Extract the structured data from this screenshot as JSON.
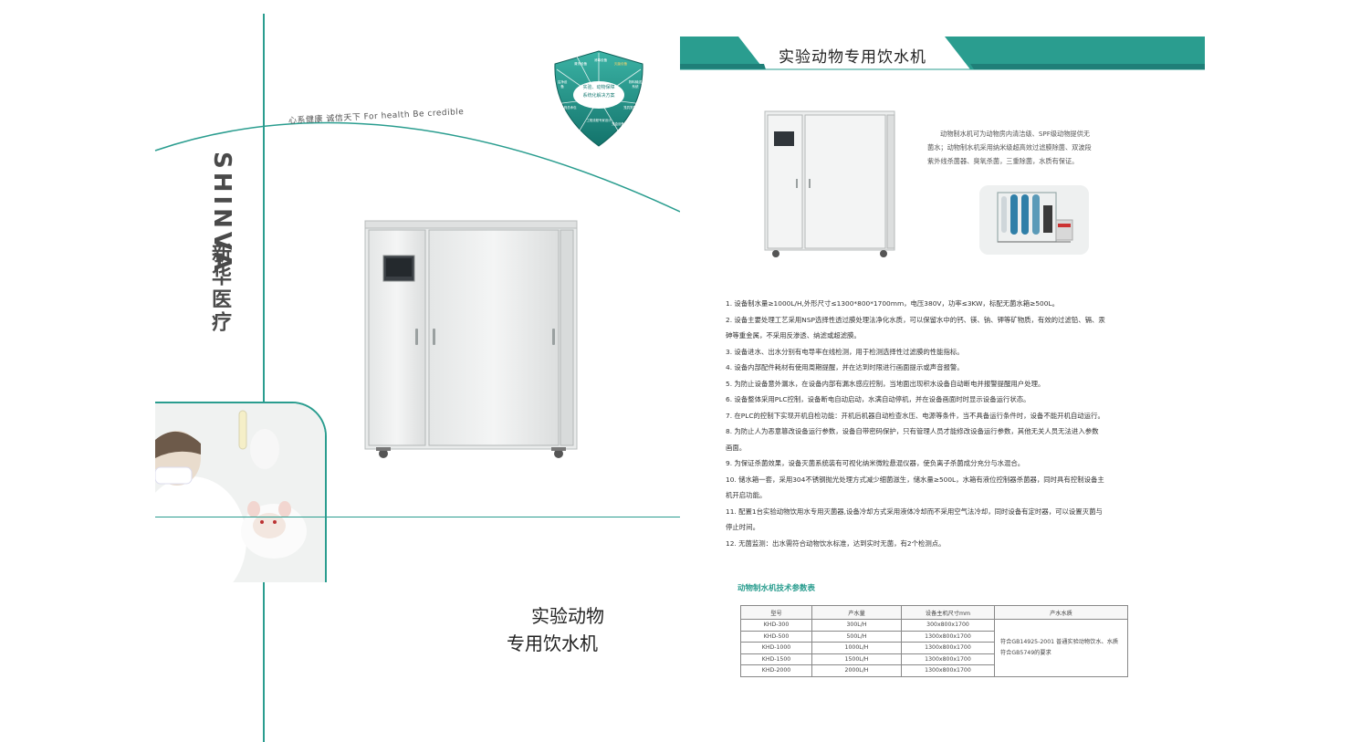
{
  "left": {
    "slogan": "心系健康  诚信天下       For health  Be credible",
    "brand_en": "SHINVA",
    "brand_cn": "新华医疗",
    "shield": {
      "center_lines": [
        "实验、动物保障",
        "系统化解决方案"
      ],
      "segments": [
        "清洗设备",
        "消毒设备",
        "灭菌设备",
        "物料输送系统",
        "洁净设备",
        "工程总承包",
        "工程流程专家设计",
        "笼具笼架",
        "笼盒设备"
      ]
    },
    "title_line1": "实验动物",
    "title_line2": "专用饮水机"
  },
  "right": {
    "title": "实验动物专用饮水机",
    "intro": "动物制水机可为动物房内清洁级、SPF级动物提供无菌水；动物制水机采用纳米级超高效过滤膜除菌、双波段紫外线杀菌器、臭氧杀菌，三重除菌，水质有保证。",
    "features": [
      "1. 设备制水量≥1000L/H,外形尺寸≤1300*800*1700mm，电压380V，功率≤3KW，标配无菌水箱≥500L。",
      "2. 设备主要处理工艺采用NSP选择性透过膜处理法净化水质，可以保留水中的钙、镁、钠、钾等矿物质，有效的过滤铅、镉、汞",
      "砷等重金属，不采用反渗透、纳滤或超滤膜。",
      "3. 设备进水、出水分别有电导率在线检测，用于检测选择性过滤膜的性能指标。",
      "4. 设备内部配件耗材有使用周期提醒，并在达到时限进行画面提示或声音报警。",
      "5. 为防止设备意外漏水，在设备内部有漏水感应控制，当地面出现积水设备自动断电并报警提醒用户处理。",
      "6. 设备整体采用PLC控制，设备断电自动启动，水满自动停机，并在设备画面时时显示设备运行状态。",
      "7. 在PLC的控制下实现开机自检功能：开机后机器自动检查水压、电源等条件，当不具备运行条件时，设备不能开机自动运行。",
      "8. 为防止人为恶意篡改设备运行参数，设备自带密码保护，只有管理人员才能修改设备运行参数，其他无关人员无法进入参数",
      "画面。",
      "9. 为保证杀菌效果，设备灭菌系统装有可视化纳米微粒悬混仪器，使负离子杀菌成分充分与水混合。",
      "10. 储水箱一套，采用304不锈钢抛光处理方式减少细菌滋生，储水量≥500L，水箱有液位控制器杀菌器，同时具有控制设备主",
      "机开启功能。",
      "11. 配置1台实验动物饮用水专用灭菌器,设备冷却方式采用液体冷却而不采用空气法冷却，同时设备有定时器，可以设置灭菌与",
      "停止时间。",
      "12. 无菌监测：出水需符合动物饮水标准，达到实时无菌，有2个检测点。"
    ],
    "table_title": "动物制水机技术参数表",
    "table": {
      "headers": [
        "型号",
        "产水量",
        "设备主机尺寸mm",
        "产水水质"
      ],
      "rows": [
        [
          "KHD-300",
          "300L/H",
          "300x800x1700"
        ],
        [
          "KHD-500",
          "500L/H",
          "1300x800x1700"
        ],
        [
          "KHD-1000",
          "1000L/H",
          "1300x800x1700"
        ],
        [
          "KHD-1500",
          "1500L/H",
          "1300x800x1700"
        ],
        [
          "KHD-2000",
          "2000L/H",
          "1300x800x1700"
        ]
      ],
      "quality": "符合GB14925-2001 普通实验动物饮水、水质符合GB5749的要求"
    }
  },
  "colors": {
    "accent": "#2a9d8f",
    "accent_dark": "#1f7f78"
  }
}
